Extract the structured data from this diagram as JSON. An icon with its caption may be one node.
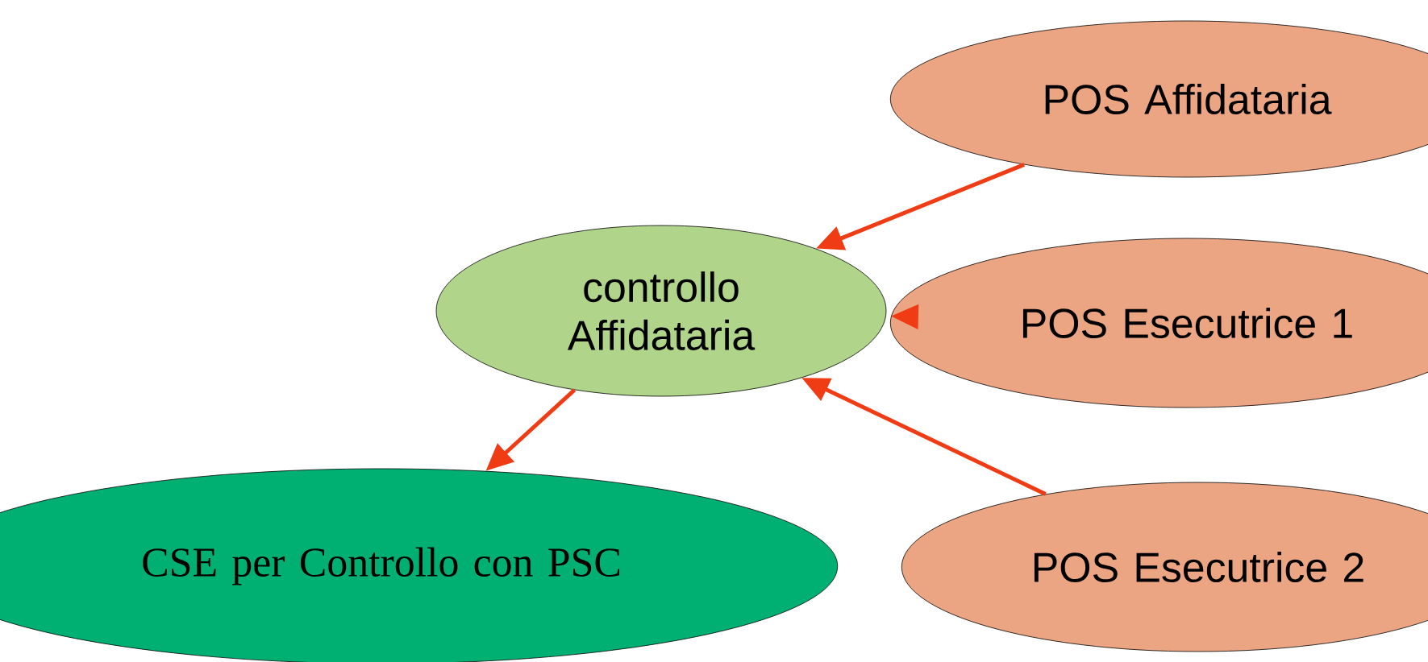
{
  "diagram": {
    "nodes": [
      {
        "text": [
          "controllo Affidataria"
        ]
      },
      {
        "text": [
          "POS Affidataria"
        ]
      },
      {
        "text": [
          "POS Esecutrice 1"
        ]
      },
      {
        "text": [
          "POS Esecutrice 2"
        ]
      },
      {
        "text": [
          "CSE per Controllo con PSC"
        ]
      }
    ],
    "edges": [
      {
        "from": 1,
        "to": 0,
        "arrow": "to"
      },
      {
        "from": 2,
        "to": 0,
        "arrow": "to"
      },
      {
        "from": 3,
        "to": 0,
        "arrow": "to"
      },
      {
        "from": 0,
        "to": 4,
        "arrow": "to"
      }
    ]
  }
}
